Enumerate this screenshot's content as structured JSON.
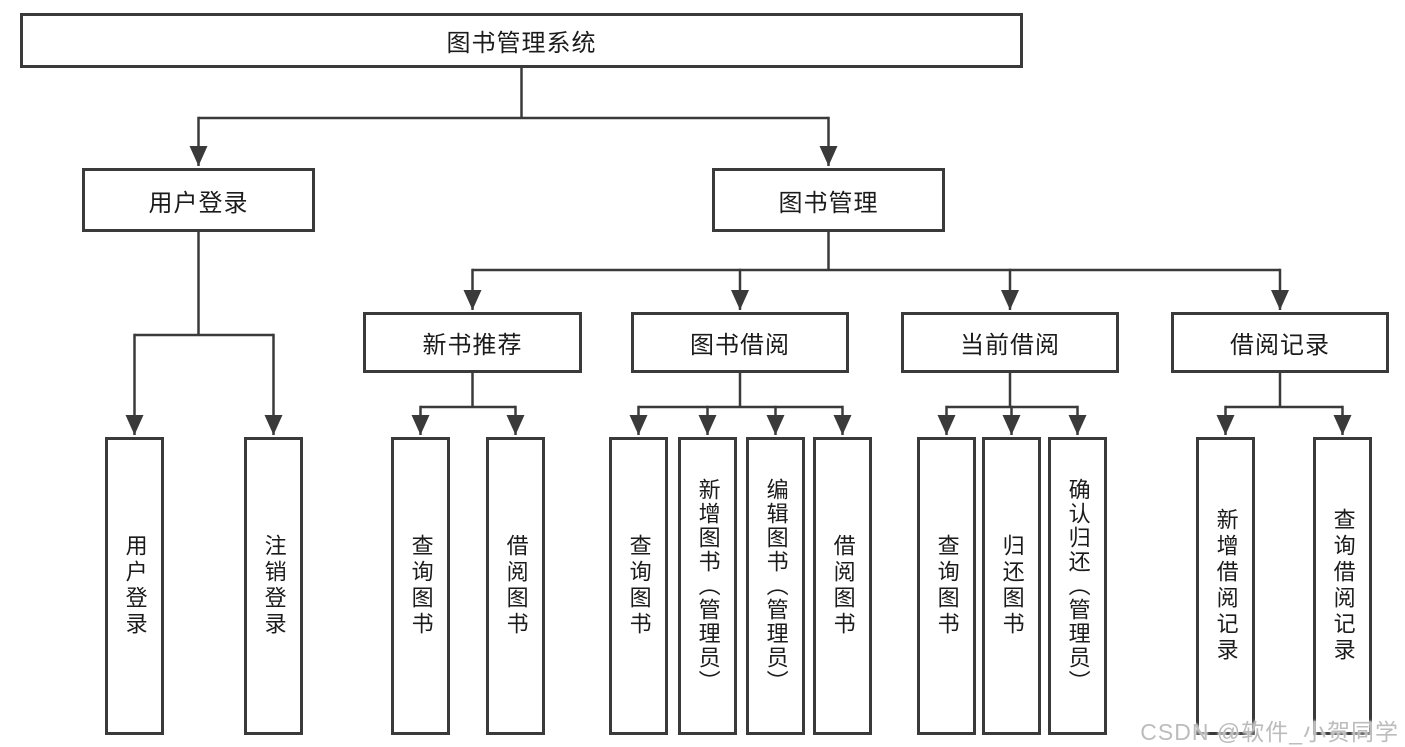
{
  "diagram": {
    "root": {
      "label": "图书管理系统"
    },
    "branches": [
      {
        "label": "用户登录",
        "children": [
          {
            "label": "用户登录"
          },
          {
            "label": "注销登录"
          }
        ]
      },
      {
        "label": "图书管理",
        "children": [
          {
            "label": "新书推荐",
            "children": [
              {
                "label": "查询图书"
              },
              {
                "label": "借阅图书"
              }
            ]
          },
          {
            "label": "图书借阅",
            "children": [
              {
                "label": "查询图书"
              },
              {
                "label": "新增图书（管理员）"
              },
              {
                "label": "编辑图书（管理员）"
              },
              {
                "label": "借阅图书"
              }
            ]
          },
          {
            "label": "当前借阅",
            "children": [
              {
                "label": "查询图书"
              },
              {
                "label": "归还图书"
              },
              {
                "label": "确认归还（管理员）"
              }
            ]
          },
          {
            "label": "借阅记录",
            "children": [
              {
                "label": "新增借阅记录"
              },
              {
                "label": "查询借阅记录"
              }
            ]
          }
        ]
      }
    ]
  },
  "watermark": {
    "text": "CSDN @软件_小贺同学"
  },
  "colors": {
    "line": "#3a3a3a",
    "text": "#1b1b1b",
    "background": "#ffffff",
    "watermark": "#bcbcbc"
  }
}
